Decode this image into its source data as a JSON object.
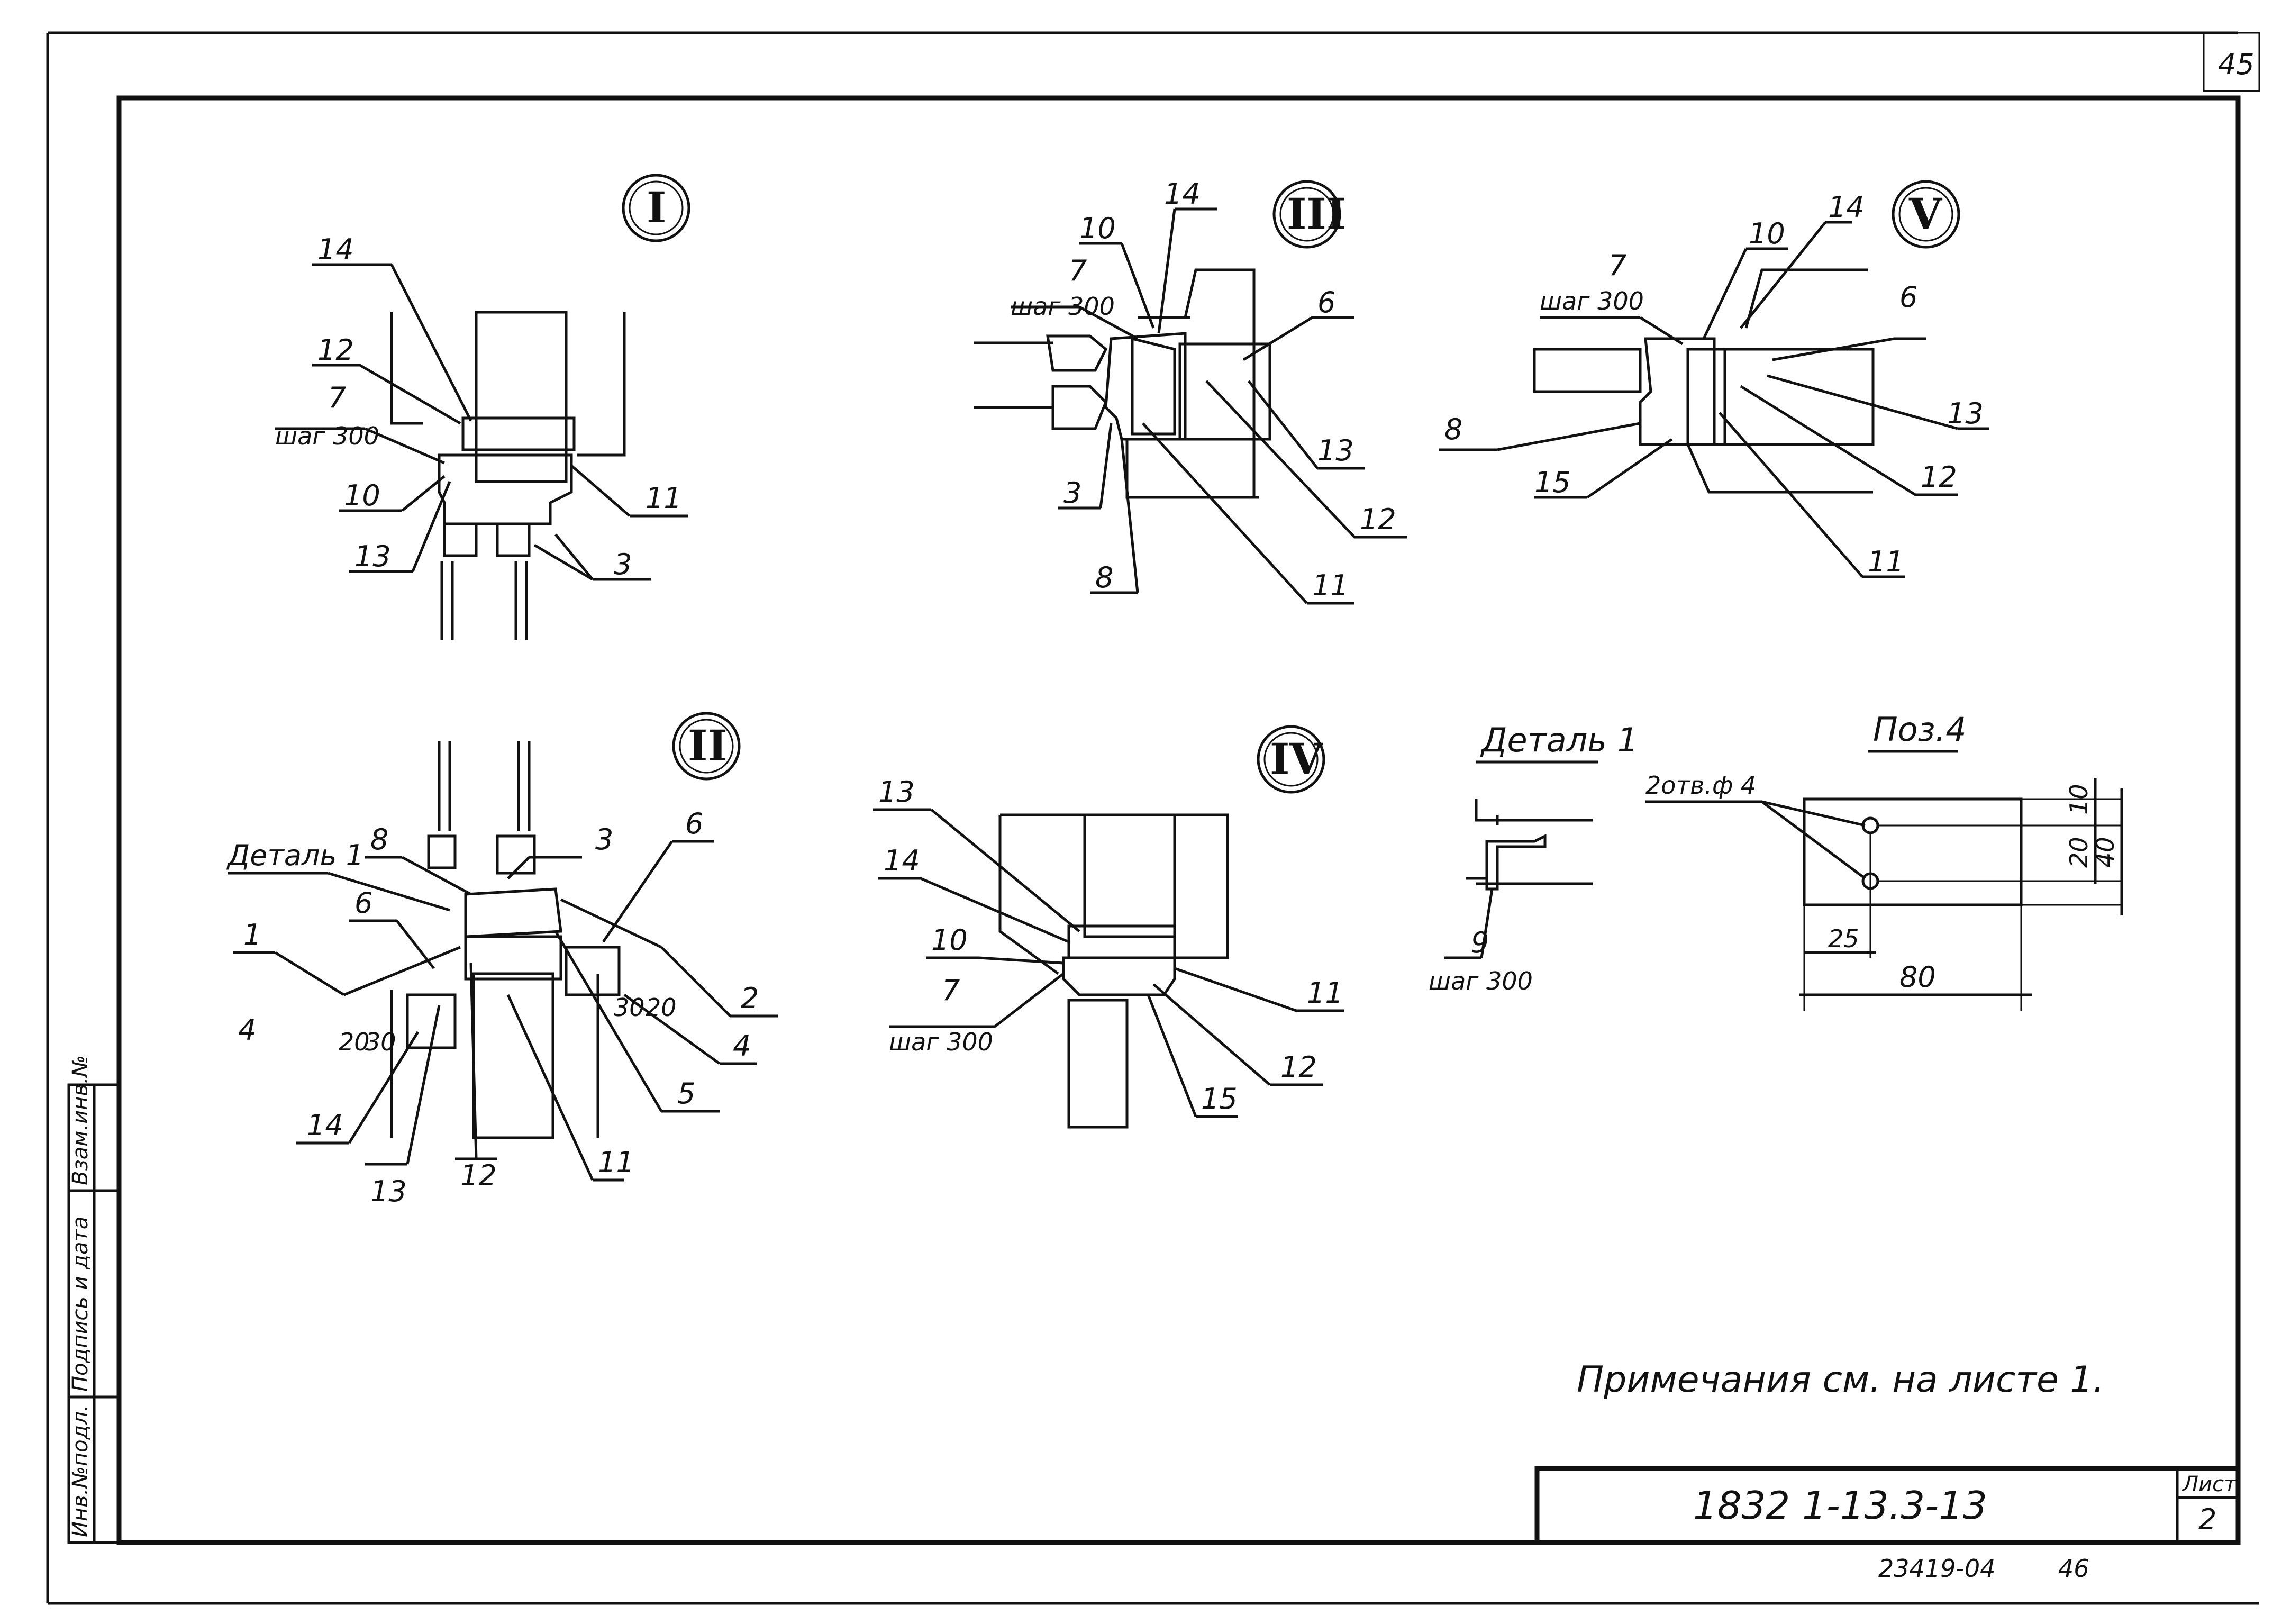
{
  "sheet": {
    "page_number_top": "45",
    "page_number_bottom": "46",
    "note": "Примечания см. на листе 1.",
    "designation": "1832 1-13.3-13",
    "archive_number": "23419-04",
    "sheet_label": "Лист",
    "sheet_value": "2"
  },
  "side_stamp": [
    "Инв.№подл.",
    "Подпись и дата",
    "Взам.инв.№"
  ],
  "details": [
    {
      "id": "I",
      "numeral": "I",
      "labels": [
        "14",
        "12",
        "7",
        "шаг 300",
        "10",
        "13",
        "11",
        "3"
      ]
    },
    {
      "id": "II",
      "numeral": "II",
      "labels": [
        "Деталь 1",
        "8",
        "3",
        "6",
        "1",
        "6",
        "4",
        "20",
        "30",
        "30",
        "20",
        "2",
        "4",
        "5",
        "14",
        "13",
        "12",
        "11"
      ]
    },
    {
      "id": "III",
      "numeral": "III",
      "labels": [
        "14",
        "10",
        "7",
        "шаг 300",
        "6",
        "13",
        "3",
        "8",
        "12",
        "11"
      ]
    },
    {
      "id": "IV",
      "numeral": "IV",
      "labels": [
        "13",
        "14",
        "10",
        "7",
        "шаг 300",
        "11",
        "12",
        "15"
      ]
    },
    {
      "id": "V",
      "numeral": "V",
      "labels": [
        "10",
        "14",
        "7",
        "шаг 300",
        "6",
        "8",
        "13",
        "15",
        "12",
        "11"
      ]
    }
  ],
  "detail_1": {
    "title": "Деталь 1",
    "labels": [
      "9",
      "шаг 300"
    ]
  },
  "pos_4": {
    "title": "Поз.4",
    "hole_label": "2отв.ф 4",
    "dims": [
      "10",
      "20",
      "40",
      "25",
      "80"
    ]
  }
}
